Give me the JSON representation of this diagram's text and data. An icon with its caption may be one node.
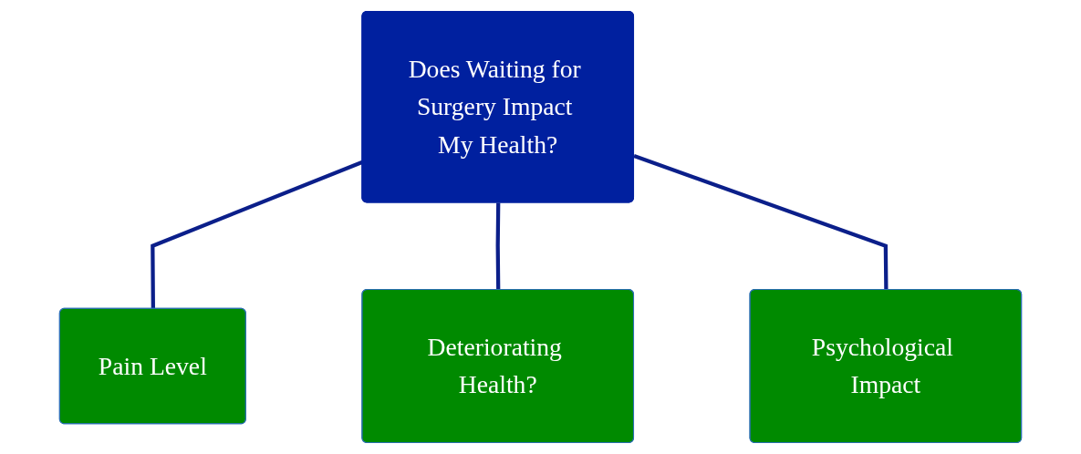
{
  "diagram": {
    "nodes": [
      {
        "text": [
          "Does Waiting for Surgery Impact My Health?"
        ]
      },
      {
        "text": [
          "Pain Level"
        ]
      },
      {
        "text": [
          "Deteriorating Health?"
        ]
      },
      {
        "text": [
          "Psychological Impact"
        ]
      }
    ],
    "edges": [
      {
        "from": 0,
        "to": 1,
        "arrow": "none"
      },
      {
        "from": 0,
        "to": 2,
        "arrow": "none"
      },
      {
        "from": 0,
        "to": 3,
        "arrow": "none"
      }
    ]
  }
}
